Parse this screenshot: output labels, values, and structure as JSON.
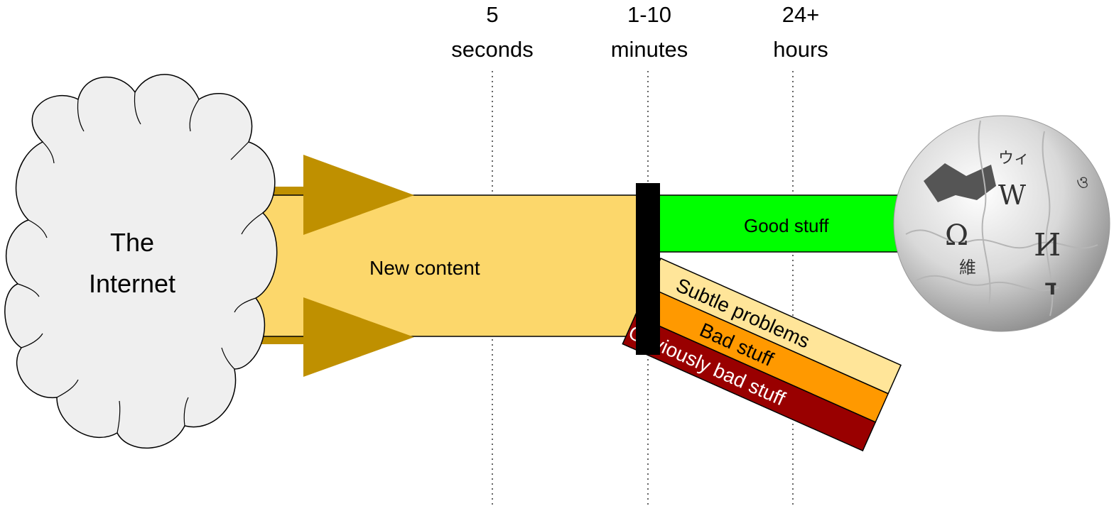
{
  "timeline": [
    {
      "line1": "5",
      "line2": "seconds"
    },
    {
      "line1": "1-10",
      "line2": "minutes"
    },
    {
      "line1": "24+",
      "line2": "hours"
    }
  ],
  "source": {
    "line1": "The",
    "line2": "Internet"
  },
  "flow": {
    "new_content": "New content"
  },
  "outputs": {
    "good": "Good stuff",
    "subtle": "Subtle problems",
    "bad": "Bad stuff",
    "obvious": "Obviously bad stuff"
  },
  "colors": {
    "new_content": "#fcd76b",
    "arrow": "#bf9000",
    "filter": "#000000",
    "good": "#00ff00",
    "subtle": "#ffe599",
    "bad": "#ff9900",
    "obvious": "#990000",
    "cloud": "#efefef"
  },
  "icons": {
    "destination": "wikipedia-globe-logo"
  }
}
